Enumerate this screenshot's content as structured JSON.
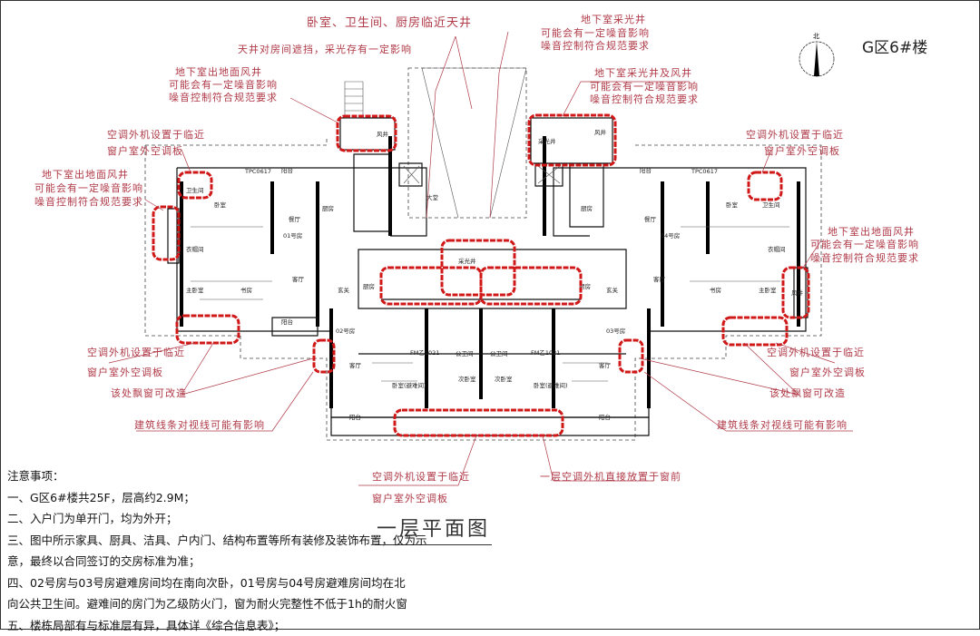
{
  "building_label": "G区6#楼",
  "north_label": "北",
  "plan_title": "一层平面图",
  "annotations": {
    "courtyard_adjacent": "卧室、卫生间、厨房临近天井",
    "courtyard_shading": "天井对房间遮挡，采光存有一定影响",
    "top_left_shaft": [
      "地下室出地面风井",
      "可能会有一定噪音影响",
      "噪音控制符合规范要求"
    ],
    "top_lightwell": [
      "地下室采光井",
      "可能会有一定噪音影响",
      "噪音控制符合规范要求"
    ],
    "top_lightwell_shaft": [
      "地下室采光井及风井",
      "可能会有一定噪音影响",
      "噪音控制符合规范要求"
    ],
    "left_ac": [
      "空调外机设置于临近",
      "窗户室外空调板"
    ],
    "left_shaft": [
      "地下室出地面风井",
      "可能会有一定噪音影响",
      "噪音控制符合规范要求"
    ],
    "right_ac": [
      "空调外机设置于临近",
      "窗户室外空调板"
    ],
    "right_shaft": [
      "地下室出地面风井",
      "可能会有一定噪音影响",
      "噪音控制符合规范要求"
    ],
    "bottom_left_ac": [
      "空调外机设置于临近",
      "窗户室外空调板"
    ],
    "bottom_left_bay": "该处飘窗可改造",
    "bottom_left_lines": "建筑线条对视线可能有影响",
    "bottom_right_ac": [
      "空调外机设置于临近",
      "窗户室外空调板"
    ],
    "bottom_right_bay": "该处飘窗可改造",
    "bottom_right_lines": "建筑线条对视线可能有影响",
    "bottom_center_ac": [
      "空调外机设置于临近",
      "窗户室外空调板"
    ],
    "ground_floor_ac": "一层空调外机直接放置于窗前"
  },
  "rooms": {
    "lobby": "大堂",
    "unit01": "01号房",
    "unit02": "02号房",
    "unit03": "03号房",
    "unit04": "04号房",
    "bedroom": "卧室",
    "master_bedroom": "主卧室",
    "bath": "卫生间",
    "closet": "衣帽间",
    "study": "书房",
    "living": "客厅",
    "dining": "餐厅",
    "kitchen": "厨房",
    "foyer": "玄关",
    "balcony": "阳台",
    "shaft": "风井",
    "lightwell": "采光井",
    "refuge_bedroom": "卧室(避难间)",
    "secondary_bedroom": "次卧室",
    "public_bath": "公卫间",
    "window_tag": "TPC0617",
    "door_tag": "FM乙1021"
  },
  "notes": [
    "注意事项：",
    "一、G区6#楼共25F，层高约2.9M；",
    "二、入户门为单开门，均为外开；",
    "三、图中所示家具、厨具、洁具、户内门、结构布置等所有装修及装饰布置，仅为示",
    "意，最终以合同签订的交房标准为准；",
    "四、02号房与03号房避难房间均在南向次卧，01号房与04号房避难房间均在北",
    "向公共卫生间。避难间的房门为乙级防火门，窗为耐火完整性不低于1h的耐火窗",
    "五、楼栋局部有与标准层有异，具体详《综合信息表》；"
  ],
  "colors": {
    "annotation": "#b03a48",
    "cloud": "#d01818"
  }
}
